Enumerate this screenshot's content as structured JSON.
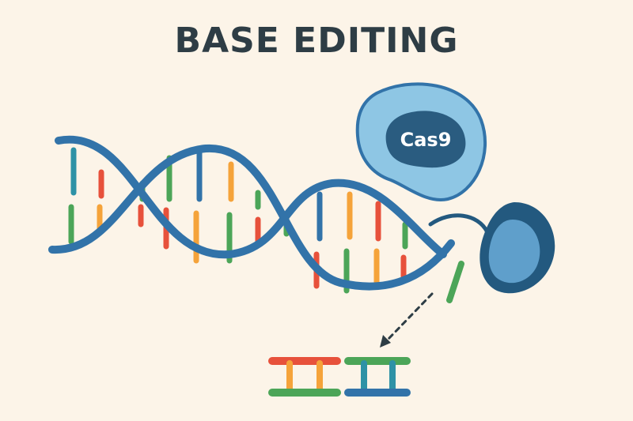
{
  "title": "BASE EDITING",
  "cas9_label": "Cas9",
  "icons": [
    "dna-double-helix",
    "cas9-protein",
    "base-pair"
  ],
  "colors": {
    "background": "#FCF4E8",
    "title": "#2E3D45",
    "dna_strand": "#3273A9",
    "cas9_outer": "#8EC6E4",
    "cas9_inner": "#2A5C80",
    "enzyme_outer": "#23597F",
    "enzyme_inner": "#5F9FCB",
    "base_green": "#4CA558",
    "base_red": "#E7513B",
    "base_orange": "#F5A33A",
    "base_teal": "#2E92A6",
    "base_blue": "#3273A9",
    "arrow": "#2E3D45"
  }
}
